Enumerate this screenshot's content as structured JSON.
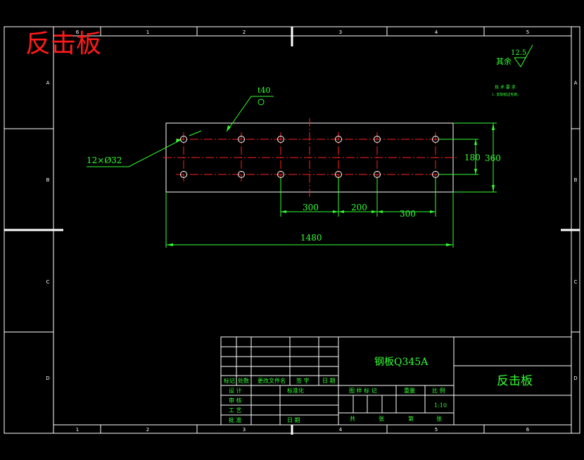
{
  "drawing": {
    "title_red": "反击板",
    "roughness": {
      "label": "其余",
      "value": "12.5"
    },
    "tech_notes": [
      "技 术 要 求",
      "1. 去除锐边毛刺。"
    ],
    "border_columns_top": [
      "1",
      "2",
      "3",
      "4",
      "5",
      "6"
    ],
    "border_columns_bottom": [
      "1",
      "2",
      "3",
      "4",
      "5",
      "6"
    ],
    "border_rows_left": [
      "A",
      "B",
      "C",
      "D"
    ],
    "border_rows_right": [
      "A",
      "B",
      "C",
      "D"
    ],
    "thickness_label": "t40",
    "hole_label": "12×Ø32",
    "dims": {
      "d300a": "300",
      "d200": "200",
      "d300b": "300",
      "overall_length": "1480",
      "hole_spacing": "180",
      "overall_width": "360"
    },
    "title_block": {
      "material": "钢板Q345A",
      "part_name": "反击板",
      "headers": [
        "标记",
        "处数",
        "更改文件名",
        "签 字",
        "日 期"
      ],
      "roles": [
        "设 计",
        "审 核",
        "工 艺",
        "批 准"
      ],
      "standardization": "标准化",
      "date_label": "日 期",
      "stage_headers": [
        "图 样 标 记",
        "重量",
        "比 例"
      ],
      "scale": "1:10",
      "sheet_total": "共",
      "sheet_unit_a": "张",
      "sheet_index": "第",
      "sheet_unit_b": "张"
    }
  },
  "colors": {
    "background": "#000000",
    "frame": "#ffffff",
    "dimension": "#33ff33",
    "centerline": "#ff2020",
    "title_red": "#ff1a1a"
  }
}
